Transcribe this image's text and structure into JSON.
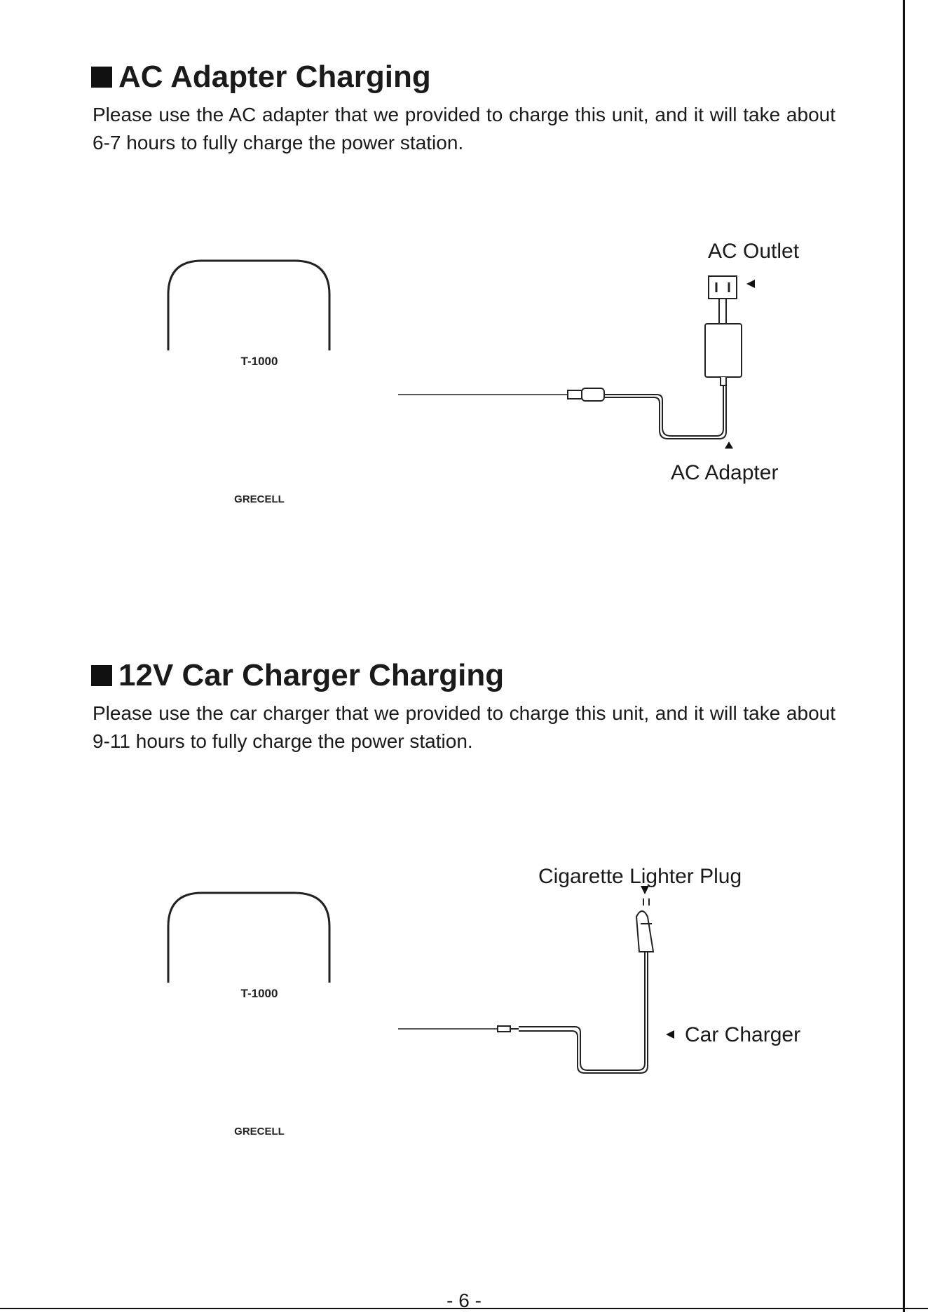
{
  "sections": [
    {
      "title": "AC Adapter Charging",
      "body": "Please use the AC adapter that we provided to charge this unit, and it will take about 6-7 hours to fully charge the power station.",
      "labels": {
        "top": "AC Outlet",
        "bottom": "AC Adapter"
      }
    },
    {
      "title": "12V Car Charger Charging",
      "body": "Please use the car charger that we provided to charge this unit, and it will take about 9-11 hours to fully charge the power station.",
      "labels": {
        "top": "Cigarette Lighter Plug",
        "side": "Car Charger"
      }
    }
  ],
  "device": {
    "model": "T-1000",
    "brand": "GRECELL"
  },
  "page_number": "- 6 -"
}
